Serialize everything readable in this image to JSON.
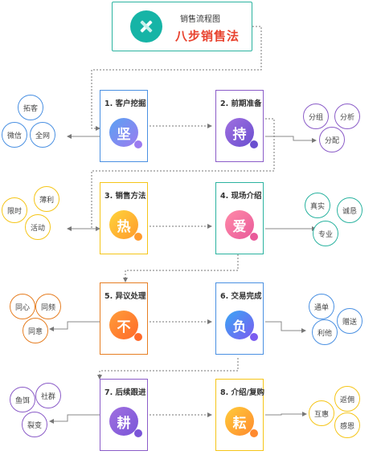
{
  "header": {
    "subtitle": "销售流程图",
    "title": "八步销售法"
  },
  "steps": [
    {
      "label": "1. 客户挖掘",
      "char": "坚"
    },
    {
      "label": "2. 前期准备",
      "char": "持"
    },
    {
      "label": "3. 销售方法",
      "char": "热"
    },
    {
      "label": "4. 现场介绍",
      "char": "爱"
    },
    {
      "label": "5. 异议处理",
      "char": "不"
    },
    {
      "label": "6. 交易完成",
      "char": "负"
    },
    {
      "label": "7. 后续跟进",
      "char": "耕"
    },
    {
      "label": "8. 介绍/复购",
      "char": "耘"
    }
  ],
  "groups": {
    "g1": [
      "拓客",
      "微信",
      "全网"
    ],
    "g2": [
      "分组",
      "分析",
      "分配"
    ],
    "g3": [
      "薄利",
      "限时",
      "活动"
    ],
    "g4": [
      "真实",
      "诚恳",
      "专业"
    ],
    "g5": [
      "同心",
      "同频",
      "同意"
    ],
    "g6": [
      "通单",
      "赠送",
      "利他"
    ],
    "g7": [
      "鱼饵",
      "社群",
      "裂变"
    ],
    "g8": [
      "返佣",
      "互惠",
      "感恩"
    ]
  },
  "colors": {
    "blue": "#4a90e2",
    "purple": "#8b5cc8",
    "yellow": "#f5c518",
    "teal": "#2bb3a0",
    "orange": "#e67e22",
    "green": "#27ae60"
  }
}
